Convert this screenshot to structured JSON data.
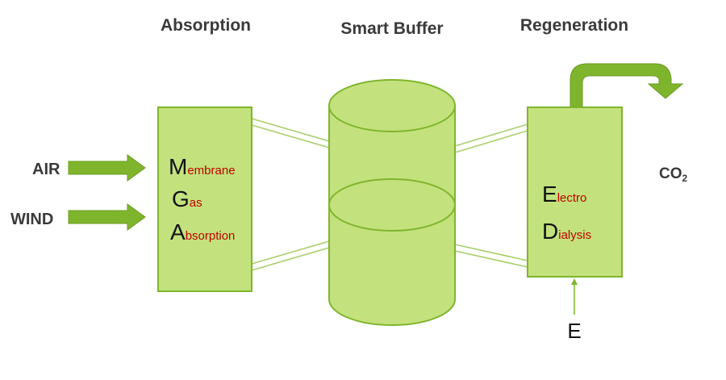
{
  "headers": {
    "absorption": "Absorption",
    "smart_buffer": "Smart Buffer",
    "regeneration": "Regeneration"
  },
  "inputs": {
    "air": "AIR",
    "wind": "WIND"
  },
  "absorber": {
    "lines": [
      {
        "initial": "M",
        "rest": "embrane"
      },
      {
        "initial": "G",
        "rest": "as"
      },
      {
        "initial": "A",
        "rest": "bsorption"
      }
    ]
  },
  "regenerator": {
    "lines": [
      {
        "initial": "E",
        "rest": "lectro"
      },
      {
        "initial": "D",
        "rest": "ialysis"
      }
    ]
  },
  "outputs": {
    "co2_main": "CO",
    "co2_sub": "2"
  },
  "energy_input": "E",
  "colors": {
    "box_fill": "#c3e27d",
    "box_stroke": "#7fb52c",
    "arrow_fill": "#7fb52c",
    "accent_text": "#c00000"
  }
}
